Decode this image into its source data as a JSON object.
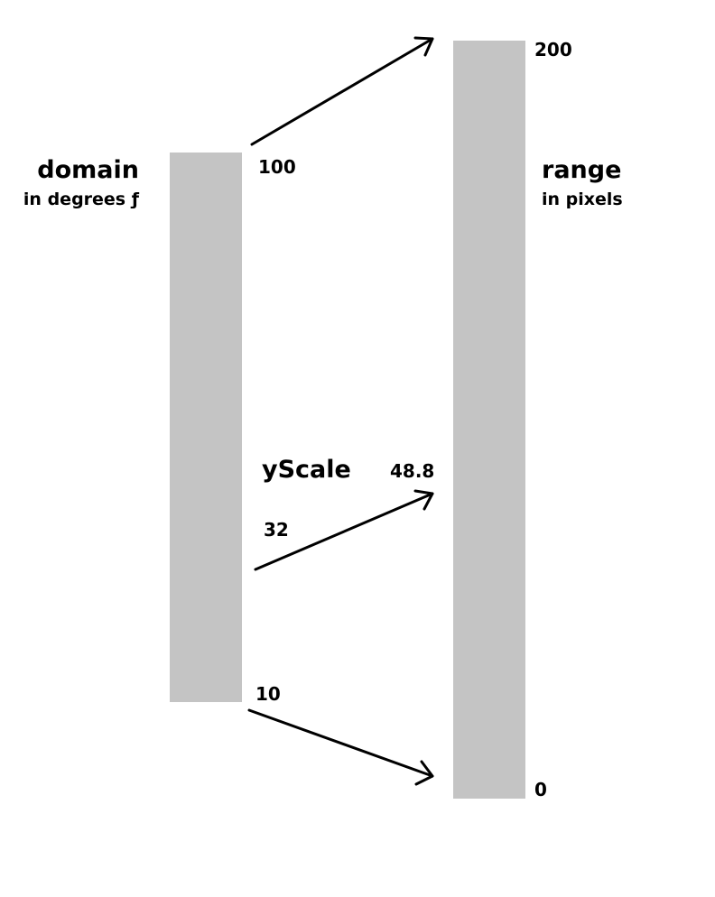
{
  "domain": {
    "title": "domain",
    "subtitle": "in degrees ƒ",
    "max_label": "100",
    "mid_label": "32",
    "min_label": "10"
  },
  "range": {
    "title": "range",
    "subtitle": "in pixels",
    "max_label": "200",
    "mid_label": "48.8",
    "min_label": "0"
  },
  "scale": {
    "name": "yScale"
  },
  "mappings": [
    {
      "from": "100",
      "to": "200"
    },
    {
      "from": "32",
      "to": "48.8"
    },
    {
      "from": "10",
      "to": "0"
    }
  ],
  "colors": {
    "bar": "#c4c4c4",
    "text": "#000000",
    "arrow": "#000000"
  }
}
